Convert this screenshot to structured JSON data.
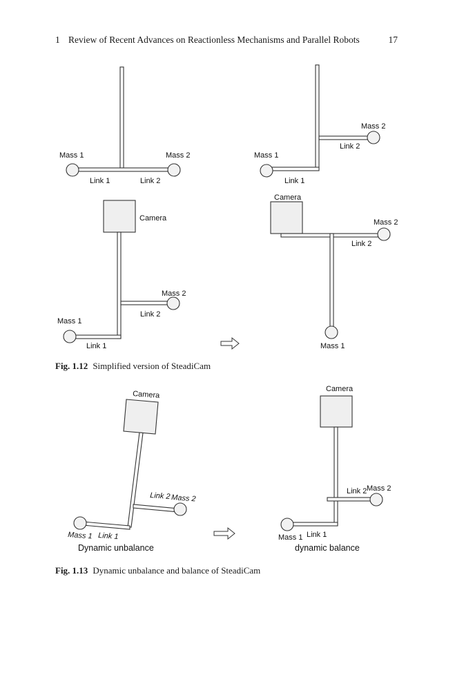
{
  "header": {
    "chapter_number": "1",
    "chapter_title": "Review of Recent Advances on Reactionless Mechanisms and Parallel Robots",
    "page_number": "17"
  },
  "figure_1_12": {
    "number": "Fig. 1.12",
    "caption": "Simplified version of SteadiCam",
    "labels": {
      "mass1": "Mass 1",
      "mass2": "Mass 2",
      "link1": "Link 1",
      "link2": "Link 2",
      "camera": "Camera"
    }
  },
  "figure_1_13": {
    "number": "Fig. 1.13",
    "caption": "Dynamic unbalance and balance of SteadiCam",
    "labels": {
      "mass1": "Mass 1",
      "mass2": "Mass 2",
      "link1": "Link 1",
      "link2": "Link 2",
      "camera": "Camera",
      "left_title": "Dynamic unbalance",
      "right_title": "dynamic balance"
    }
  }
}
